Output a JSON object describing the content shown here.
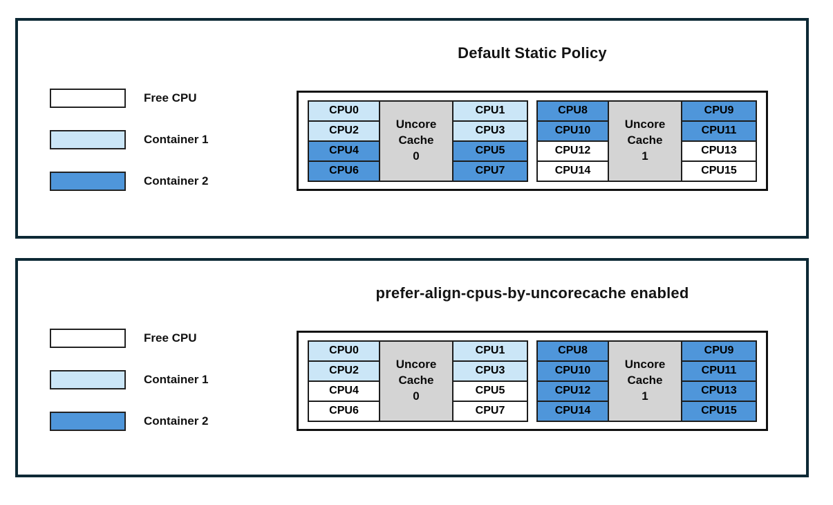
{
  "colors": {
    "free": "#ffffff",
    "container1": "#cbe6f7",
    "container2": "#4f96da",
    "uncore": "#d4d4d4",
    "panel_border": "#0d2935"
  },
  "legend": {
    "items": [
      {
        "key": "free",
        "label": "Free CPU"
      },
      {
        "key": "container1",
        "label": "Container 1"
      },
      {
        "key": "container2",
        "label": "Container 2"
      }
    ]
  },
  "panels": [
    {
      "title": "Default Static Policy",
      "groups": [
        {
          "cache_lines": [
            "Uncore",
            "Cache",
            "0"
          ],
          "left": [
            {
              "label": "CPU0",
              "type": "container1"
            },
            {
              "label": "CPU2",
              "type": "container1"
            },
            {
              "label": "CPU4",
              "type": "container2"
            },
            {
              "label": "CPU6",
              "type": "container2"
            }
          ],
          "right": [
            {
              "label": "CPU1",
              "type": "container1"
            },
            {
              "label": "CPU3",
              "type": "container1"
            },
            {
              "label": "CPU5",
              "type": "container2"
            },
            {
              "label": "CPU7",
              "type": "container2"
            }
          ]
        },
        {
          "cache_lines": [
            "Uncore",
            "Cache",
            "1"
          ],
          "left": [
            {
              "label": "CPU8",
              "type": "container2"
            },
            {
              "label": "CPU10",
              "type": "container2"
            },
            {
              "label": "CPU12",
              "type": "free"
            },
            {
              "label": "CPU14",
              "type": "free"
            }
          ],
          "right": [
            {
              "label": "CPU9",
              "type": "container2"
            },
            {
              "label": "CPU11",
              "type": "container2"
            },
            {
              "label": "CPU13",
              "type": "free"
            },
            {
              "label": "CPU15",
              "type": "free"
            }
          ]
        }
      ]
    },
    {
      "title": "prefer-align-cpus-by-uncorecache enabled",
      "groups": [
        {
          "cache_lines": [
            "Uncore",
            "Cache",
            "0"
          ],
          "left": [
            {
              "label": "CPU0",
              "type": "container1"
            },
            {
              "label": "CPU2",
              "type": "container1"
            },
            {
              "label": "CPU4",
              "type": "free"
            },
            {
              "label": "CPU6",
              "type": "free"
            }
          ],
          "right": [
            {
              "label": "CPU1",
              "type": "container1"
            },
            {
              "label": "CPU3",
              "type": "container1"
            },
            {
              "label": "CPU5",
              "type": "free"
            },
            {
              "label": "CPU7",
              "type": "free"
            }
          ]
        },
        {
          "cache_lines": [
            "Uncore",
            "Cache",
            "1"
          ],
          "left": [
            {
              "label": "CPU8",
              "type": "container2"
            },
            {
              "label": "CPU10",
              "type": "container2"
            },
            {
              "label": "CPU12",
              "type": "container2"
            },
            {
              "label": "CPU14",
              "type": "container2"
            }
          ],
          "right": [
            {
              "label": "CPU9",
              "type": "container2"
            },
            {
              "label": "CPU11",
              "type": "container2"
            },
            {
              "label": "CPU13",
              "type": "container2"
            },
            {
              "label": "CPU15",
              "type": "container2"
            }
          ]
        }
      ]
    }
  ]
}
